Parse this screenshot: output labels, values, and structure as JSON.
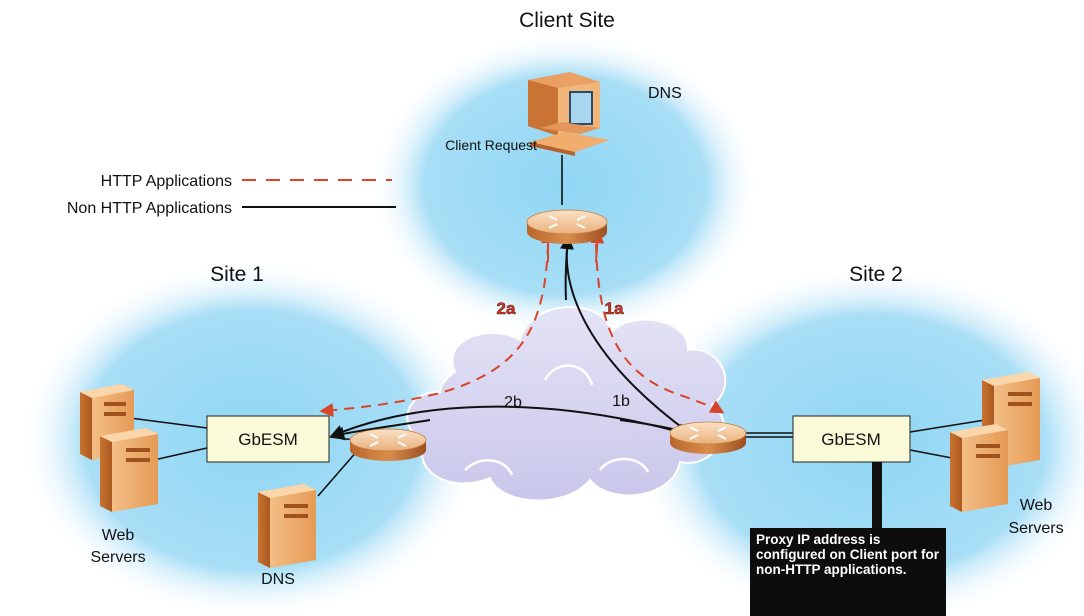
{
  "sites": {
    "client": "Client Site",
    "site1": "Site 1",
    "site2": "Site 2"
  },
  "labels": {
    "client_dns": "DNS",
    "client_request": "Client Request",
    "site1_switch": "GbESM",
    "site2_switch": "GbESM",
    "site1_servers": [
      "Web",
      "Servers"
    ],
    "site2_servers": [
      "Web",
      "Servers"
    ],
    "site1_dns": "DNS"
  },
  "legend": {
    "http": "HTTP Applications",
    "non_http": "Non HTTP Applications"
  },
  "flows": {
    "f2a": "2a",
    "f1a": "1a",
    "f2b": "2b",
    "f1b": "1b"
  },
  "note": "Proxy IP address is configured on Client port for non-HTTP applications.",
  "colors": {
    "http_line": "#d9452b",
    "step_label": "#c0392b",
    "site_glow": "#8fd3f2",
    "switch_fill": "#fbfad8"
  }
}
